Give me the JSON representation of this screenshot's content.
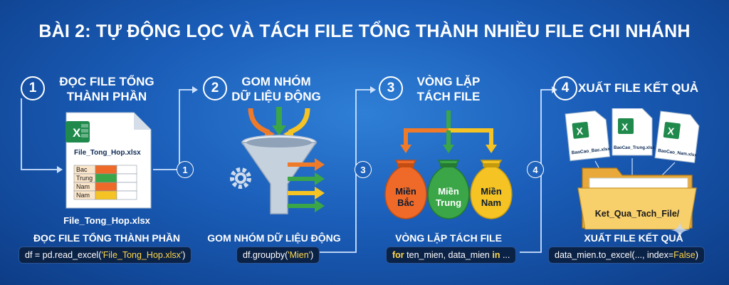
{
  "title": "BÀI 2: TỰ ĐỘNG LỌC VÀ TÁCH FILE TỔNG THÀNH NHIỀU FILE CHI NHÁNH",
  "steps": [
    {
      "number": "1",
      "heading_line1": "ĐỌC FILE TỔNG",
      "heading_line2": "THÀNH PHẦN",
      "caption": "ĐỌC FILE TỔNG THÀNH PHẦN",
      "code_plain1": "df = pd.read_excel(",
      "code_highlight": "'File_Tong_Hop.xlsx'",
      "code_plain2": ")"
    },
    {
      "number": "2",
      "heading_line1": "GOM NHÓM",
      "heading_line2": "DỮ LIỆU ĐỘNG",
      "caption": "GOM NHÓM DỮ LIỆU ĐỘNG",
      "code_plain1": "df.groupby(",
      "code_highlight": "'Mien'",
      "code_plain2": ")"
    },
    {
      "number": "3",
      "heading_line1": "VÒNG LẶP",
      "heading_line2": "TÁCH FILE",
      "caption": "VÒNG LẶP TÁCH FILE",
      "code_kw1": "for",
      "code_plain1": " ten_mien, data_mien ",
      "code_kw2": "in",
      "code_plain2": " ..."
    },
    {
      "number": "4",
      "heading_line1": "XUẤT FILE KẾT QUẢ",
      "heading_line2": "",
      "caption": "XUẤT FILE KẾT QUẢ",
      "code_plain1": "data_mien.to_excel(..., index=",
      "code_highlight": "False",
      "code_plain2": ")"
    }
  ],
  "connectors": [
    "1",
    "3",
    "4"
  ],
  "excel_file": {
    "name_on_doc": "File_Tong_Hop.xlsx",
    "name_below": "File_Tong_Hop.xlsx",
    "rows": [
      "Bac",
      "Trung",
      "Nam",
      "Nam"
    ],
    "icon_letter": "X"
  },
  "bags": [
    {
      "line1": "Miền",
      "line2": "Bắc",
      "color": "#ef6a28"
    },
    {
      "line1": "Miền",
      "line2": "Trung",
      "color": "#3aa647"
    },
    {
      "line1": "Miền",
      "line2": "Nam",
      "color": "#f5c323"
    }
  ],
  "output_files": [
    "BaoCao_Bac.xlsx",
    "BaoCao_Trung.xlsx",
    "BaoCao_Nam.xlsx"
  ],
  "folder_label": "Ket_Qua_Tach_File/",
  "colors": {
    "orange": "#ef7a2a",
    "green": "#3aa647",
    "yellow": "#f5c323",
    "excel_green": "#1f8a4c",
    "code_bg": "#0b2247",
    "highlight": "#ffd84a"
  }
}
